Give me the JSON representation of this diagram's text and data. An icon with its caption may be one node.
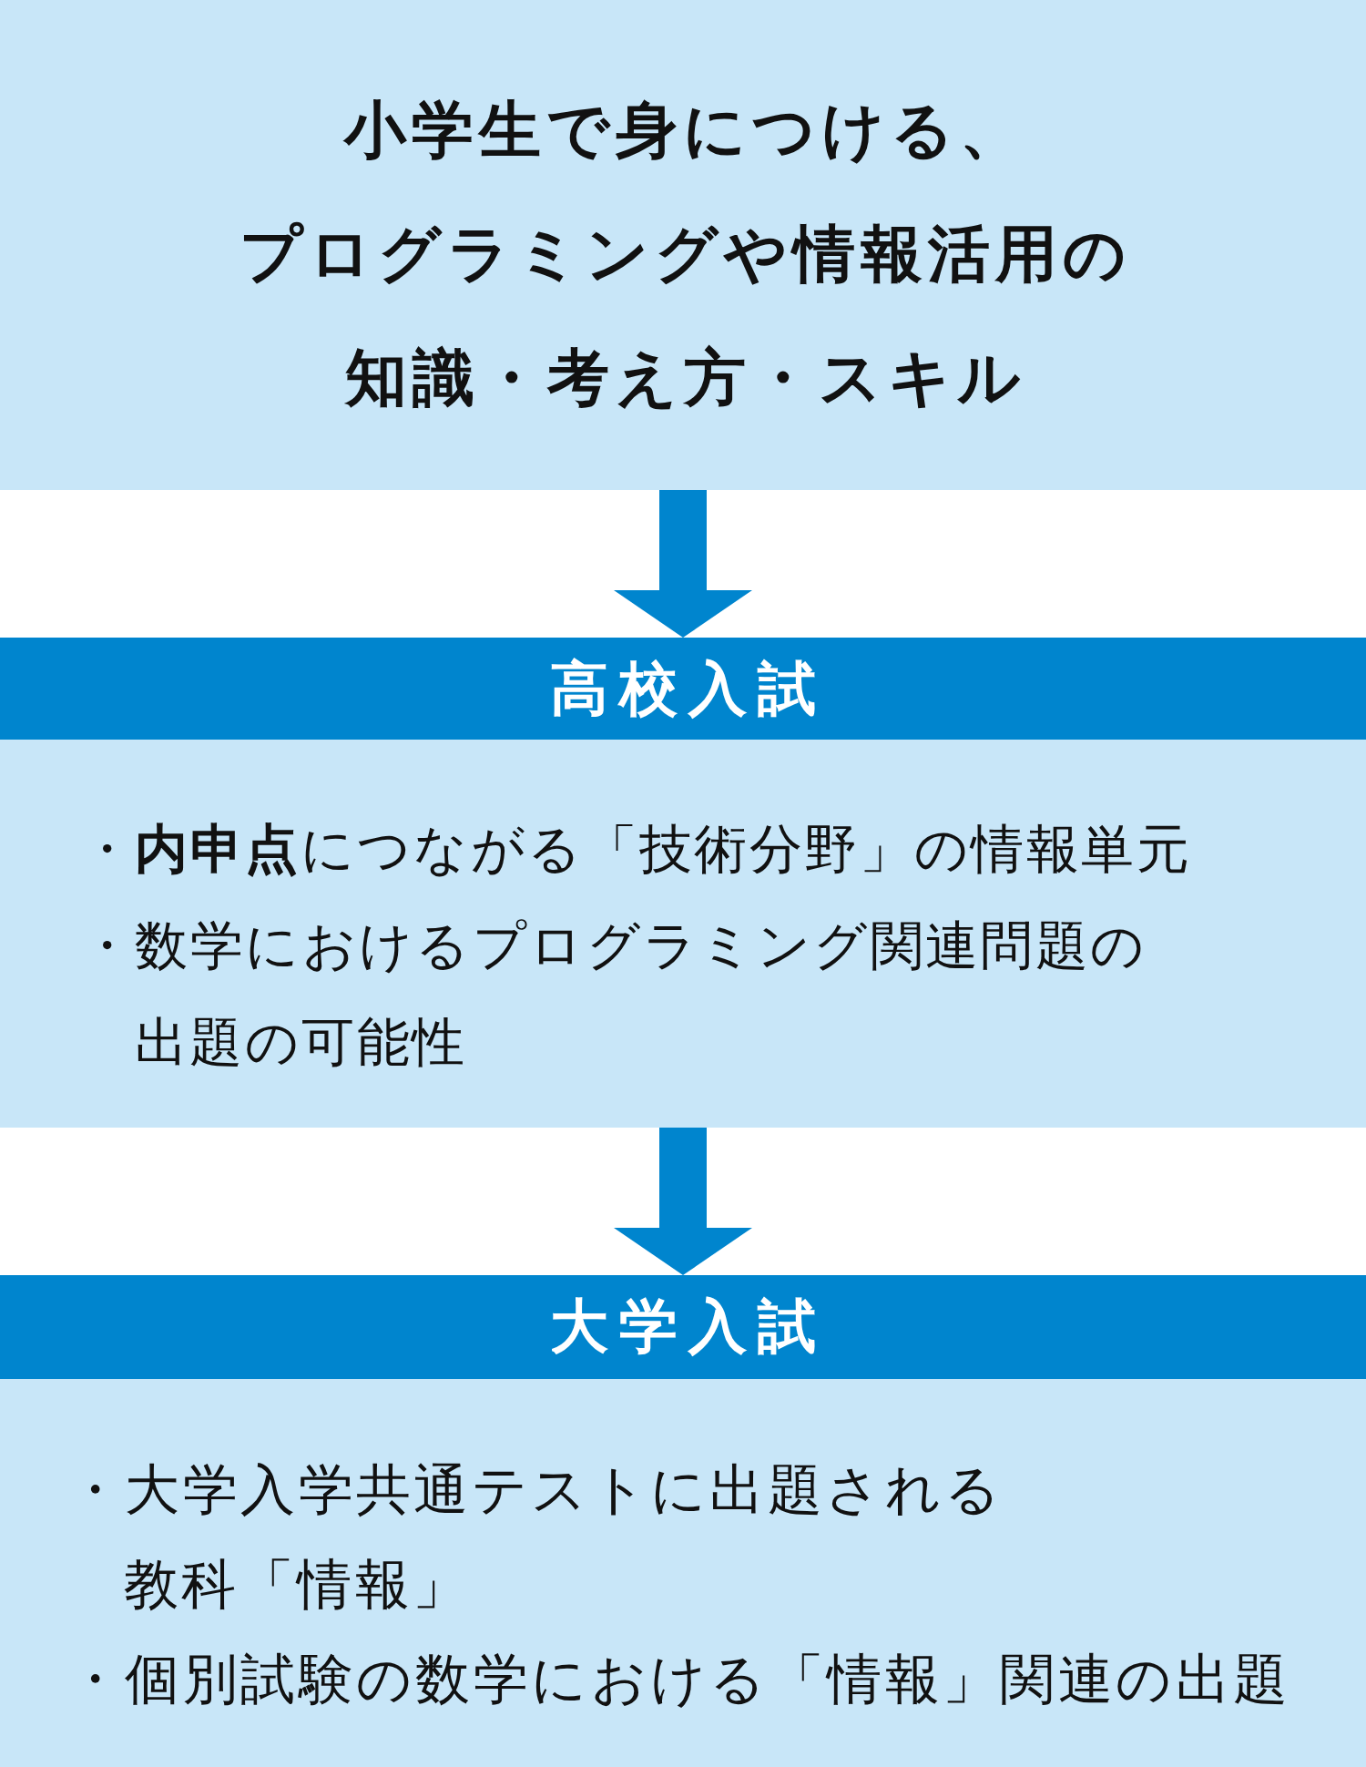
{
  "diagram": {
    "nodes": [
      {
        "text": [
          "小学生で身につける、プログラミングや情報活用の知識・考え方・スキル"
        ]
      },
      {
        "text": [
          "高校入試",
          "・**内申点**につながる「技術分野」の情報単元",
          "・数学におけるプログラミング関連問題の出題の可能性"
        ]
      },
      {
        "text": [
          "大学入試",
          "・大学入学共通テストに出題される教科「情報」",
          "・個別試験の数学における「情報」関連の出題"
        ]
      }
    ],
    "edges": [
      {
        "from": 0,
        "to": 1,
        "arrow": "to"
      },
      {
        "from": 1,
        "to": 2,
        "arrow": "to"
      }
    ]
  }
}
